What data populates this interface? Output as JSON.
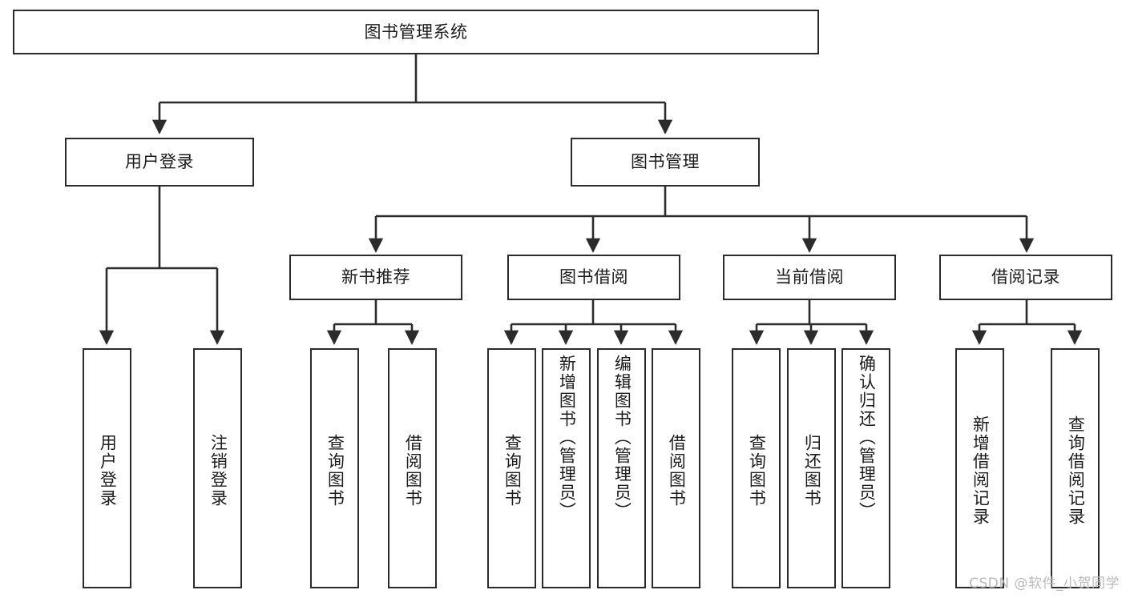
{
  "diagram": {
    "type": "tree",
    "title": "图书管理系统",
    "theme": {
      "background": "#ffffff",
      "box_border": "#2b2b2b",
      "box_fill": "#ffffff",
      "connector": "#2b2b2b",
      "text": "#1c1c1c",
      "watermark": "#b9b9b9"
    },
    "levels": {
      "root": "图书管理系统",
      "level2": [
        "用户登录",
        "图书管理"
      ],
      "level3": [
        "新书推荐",
        "图书借阅",
        "当前借阅",
        "借阅记录"
      ]
    },
    "nodes": {
      "root": {
        "label": "图书管理系统"
      },
      "user_login": {
        "label": "用户登录"
      },
      "book_manage": {
        "label": "图书管理"
      },
      "new_book_rec": {
        "label": "新书推荐"
      },
      "book_borrow": {
        "label": "图书借阅"
      },
      "current_borrow": {
        "label": "当前借阅"
      },
      "borrow_record": {
        "label": "借阅记录"
      },
      "leaf_user_login": {
        "label": "用户登录"
      },
      "leaf_logout": {
        "label": "注销登录"
      },
      "leaf_query_book_1": {
        "label": "查询图书"
      },
      "leaf_borrow_book_1": {
        "label": "借阅图书"
      },
      "leaf_query_book_2": {
        "label": "查询图书"
      },
      "leaf_add_book_admin": {
        "label": "新增图书（管理员）"
      },
      "leaf_edit_book_admin": {
        "label": "编辑图书（管理员）"
      },
      "leaf_borrow_book_2": {
        "label": "借阅图书"
      },
      "leaf_query_book_3": {
        "label": "查询图书"
      },
      "leaf_return_book": {
        "label": "归还图书"
      },
      "leaf_confirm_return_admin": {
        "label": "确认归还（管理员）"
      },
      "leaf_add_record": {
        "label": "新增借阅记录"
      },
      "leaf_query_record": {
        "label": "查询借阅记录"
      }
    },
    "edges": [
      {
        "from": "root",
        "to": "user_login"
      },
      {
        "from": "root",
        "to": "book_manage"
      },
      {
        "from": "user_login",
        "to": "leaf_user_login"
      },
      {
        "from": "user_login",
        "to": "leaf_logout"
      },
      {
        "from": "book_manage",
        "to": "new_book_rec"
      },
      {
        "from": "book_manage",
        "to": "book_borrow"
      },
      {
        "from": "book_manage",
        "to": "current_borrow"
      },
      {
        "from": "book_manage",
        "to": "borrow_record"
      },
      {
        "from": "new_book_rec",
        "to": "leaf_query_book_1"
      },
      {
        "from": "new_book_rec",
        "to": "leaf_borrow_book_1"
      },
      {
        "from": "book_borrow",
        "to": "leaf_query_book_2"
      },
      {
        "from": "book_borrow",
        "to": "leaf_add_book_admin"
      },
      {
        "from": "book_borrow",
        "to": "leaf_edit_book_admin"
      },
      {
        "from": "book_borrow",
        "to": "leaf_borrow_book_2"
      },
      {
        "from": "current_borrow",
        "to": "leaf_query_book_3"
      },
      {
        "from": "current_borrow",
        "to": "leaf_return_book"
      },
      {
        "from": "current_borrow",
        "to": "leaf_confirm_return_admin"
      },
      {
        "from": "borrow_record",
        "to": "leaf_add_record"
      },
      {
        "from": "borrow_record",
        "to": "leaf_query_record"
      }
    ]
  },
  "watermark": {
    "text": "CSDN @软件_小贺同学"
  }
}
